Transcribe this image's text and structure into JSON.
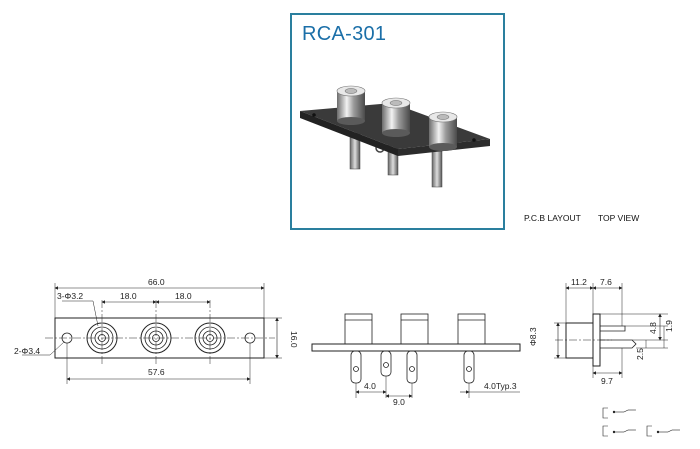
{
  "model": "RCA-301",
  "captions": {
    "pcb_layout": "P.C.B LAYOUT",
    "top_view": "TOP VIEW"
  },
  "front_view": {
    "overall_width": "66.0",
    "hole_spec": "3-Φ3.2",
    "spacing_1": "18.0",
    "spacing_2": "18.0",
    "height": "16.0",
    "mount_hole_spec": "2-Φ3.4",
    "mount_hole_span": "57.6"
  },
  "pin_view": {
    "dim_a": "4.0",
    "dim_b": "9.0",
    "dim_c": "4.0Typ.3"
  },
  "side_view": {
    "dim_body": "11.2",
    "dim_plate": "7.6",
    "diameter": "Φ8.3",
    "dim_4_8": "4.8",
    "dim_1_9": "1.9",
    "dim_2_5": "2.5",
    "dim_9_7": "9.7"
  },
  "colors": {
    "frame": "#2a7f9e",
    "title": "#1b6fa8",
    "line": "#222222"
  }
}
